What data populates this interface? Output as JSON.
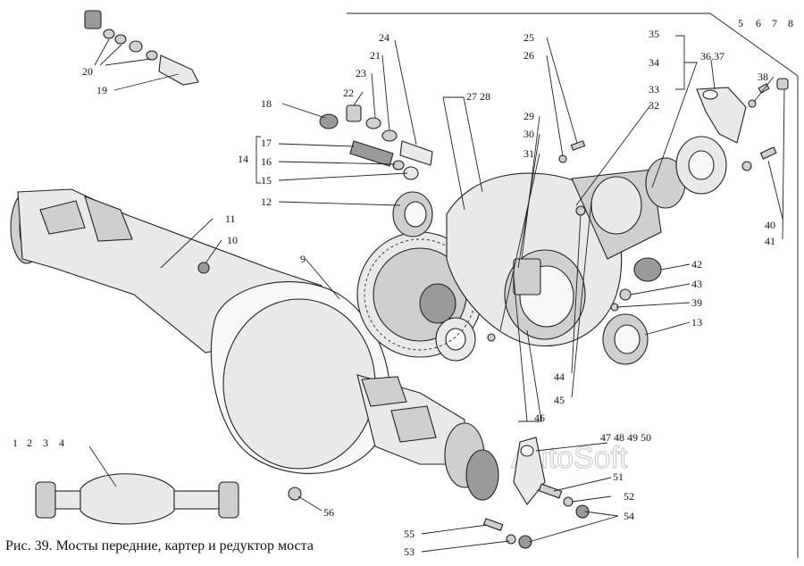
{
  "caption": "Рис. 39. Мосты передние, картер и редуктор моста",
  "watermark": "AutoSoft",
  "callouts": {
    "c1": "1",
    "c2": "2",
    "c3": "3",
    "c4": "4",
    "c5": "5",
    "c6": "6",
    "c7": "7",
    "c8": "8",
    "c9": "9",
    "c10": "10",
    "c11": "11",
    "c12": "12",
    "c13": "13",
    "c14": "14",
    "c15": "15",
    "c16": "16",
    "c17": "17",
    "c18": "18",
    "c19": "19",
    "c20": "20",
    "c21": "21",
    "c22": "22",
    "c23": "23",
    "c24": "24",
    "c25": "25",
    "c26": "26",
    "c27_28": "27 28",
    "c29": "29",
    "c30": "30",
    "c31": "31",
    "c32": "32",
    "c33": "33",
    "c34": "34",
    "c35": "35",
    "c36_37": "36.37",
    "c38": "38",
    "c39": "39",
    "c40": "40",
    "c41": "41",
    "c42": "42",
    "c43": "43",
    "c44": "44",
    "c45": "45",
    "c46": "46",
    "c47_50": "47 48 49 50",
    "c51": "51",
    "c52": "52",
    "c53": "53",
    "c54": "54",
    "c55": "55",
    "c56": "56"
  },
  "colors": {
    "ink": "#222222",
    "paper": "#ffffff",
    "shade_light": "#e9e9e9",
    "shade_mid": "#cfcfcf",
    "shade_dark": "#9a9a9a"
  }
}
